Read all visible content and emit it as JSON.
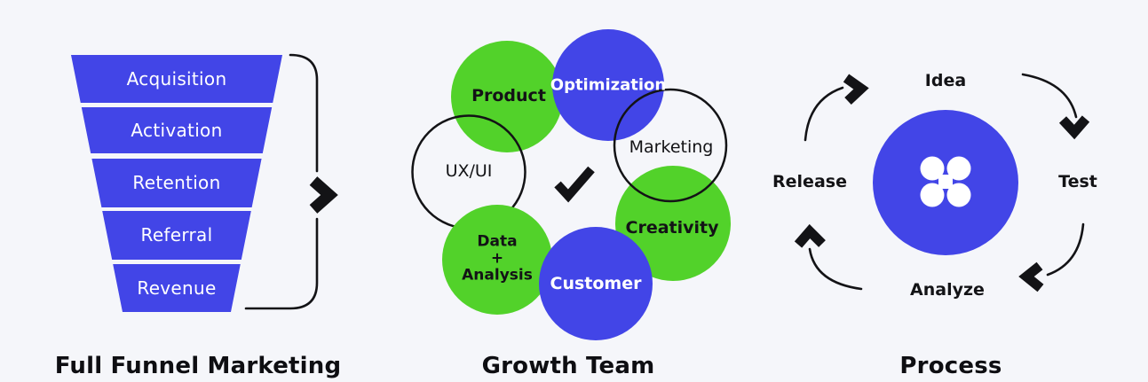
{
  "colors": {
    "blue": "#4245e7",
    "green": "#52d22a",
    "ink": "#131316",
    "background": "#f5f6fa",
    "text_on_blue": "#ffffff"
  },
  "funnel": {
    "title": "Full Funnel Marketing",
    "stages": [
      "Acquisition",
      "Activation",
      "Retention",
      "Referral",
      "Revenue"
    ]
  },
  "growth": {
    "title": "Growth Team",
    "circles": {
      "product": "Product",
      "optimization": "Optimization",
      "uxui": "UX/UI",
      "marketing": "Marketing",
      "creativity": "Creativity",
      "customer": "Customer"
    },
    "data_circle": [
      "Data",
      "+",
      "Analysis"
    ]
  },
  "process": {
    "title": "Process",
    "steps": {
      "top": "Idea",
      "right": "Test",
      "bottom": "Analyze",
      "left": "Release"
    }
  },
  "icons": {
    "funnel_arrow": "chevron-right",
    "growth_center": "checkmark",
    "process_center": "clover",
    "process_arrows": "curved-arrow"
  }
}
